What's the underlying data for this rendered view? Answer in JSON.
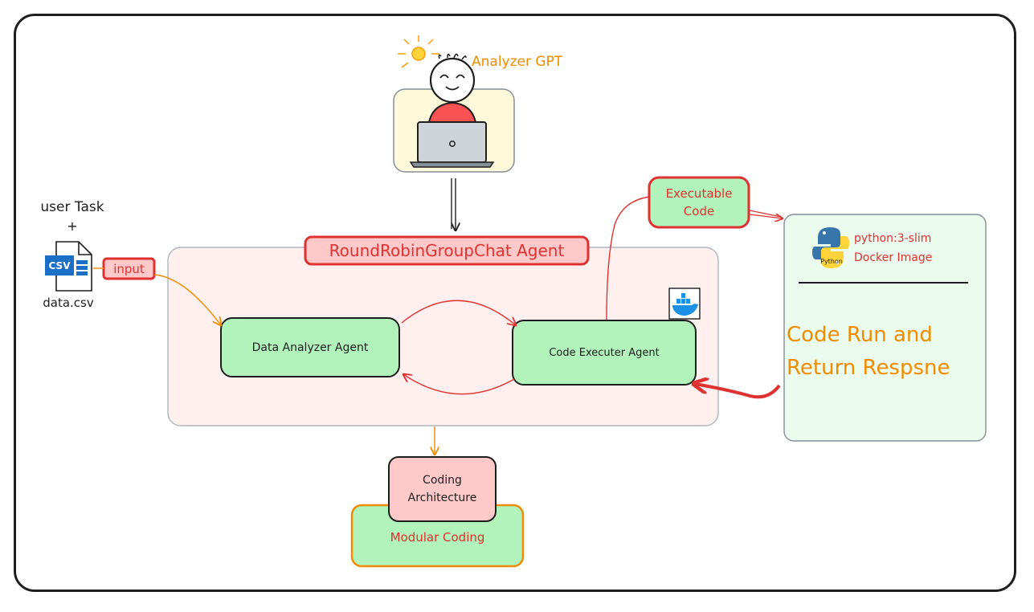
{
  "persona": {
    "label": "Analyzer GPT"
  },
  "user_task": {
    "line1": "user Task",
    "plus": "+"
  },
  "csv_file": {
    "badge": "CSV",
    "filename": "data.csv"
  },
  "input_tag": {
    "label": "input"
  },
  "group_chat": {
    "label": "RoundRobinGroupChat Agent"
  },
  "agents": {
    "data_analyzer": {
      "label": "Data Analyzer Agent"
    },
    "code_executer": {
      "label": "Code Executer Agent"
    }
  },
  "executable_code": {
    "line1": "Executable",
    "line2": "Code"
  },
  "docker_panel": {
    "python_caption": "Python",
    "image_line1": "python:3-slim",
    "image_line2": "Docker Image",
    "result_line1": "Code Run and",
    "result_line2": "Return Respsne"
  },
  "coding_architecture": {
    "line1": "Coding",
    "line2": "Architecture"
  },
  "modular_coding": {
    "label": "Modular Coding"
  },
  "colors": {
    "red": "#e03131",
    "orange": "#f08c00",
    "green_fill": "#b2f2bb",
    "light_green_fill": "#ebfbee",
    "pink_fill": "#ffc9c9",
    "light_pink_fill": "#fff0f0",
    "cream_fill": "#fff9db",
    "python_blue": "#3776ab",
    "python_yellow": "#ffd43b",
    "docker_blue": "#1d91e6"
  }
}
